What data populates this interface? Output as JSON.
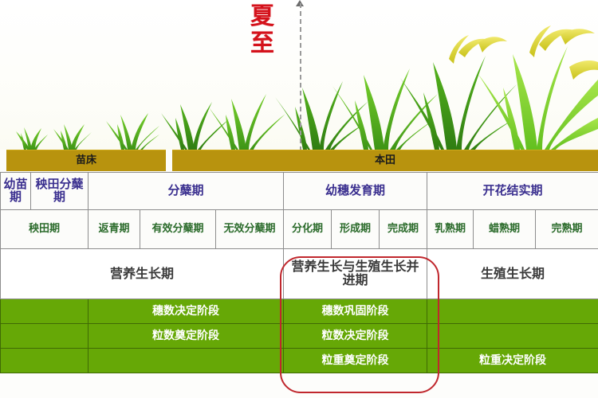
{
  "marker": {
    "label": "夏至",
    "chars": [
      "夏",
      "至"
    ],
    "color": "#d4121b"
  },
  "soil": {
    "seedbed_label": "苗床",
    "field_label": "本田",
    "color": "#b8930e"
  },
  "table": {
    "rows": {
      "stage_row": [
        {
          "label": "幼苗期",
          "span": 1
        },
        {
          "label": "秧田分蘖期",
          "span": 1
        },
        {
          "label": "分蘖期",
          "span": 3
        },
        {
          "label": "幼穗发育期",
          "span": 3
        },
        {
          "label": "开花结实期",
          "span": 3
        }
      ],
      "substage_row": [
        {
          "label": "秧田期",
          "span": 2
        },
        {
          "label": "返青期",
          "span": 1
        },
        {
          "label": "有效分蘖期",
          "span": 1
        },
        {
          "label": "无效分蘖期",
          "span": 1
        },
        {
          "label": "分化期",
          "span": 1
        },
        {
          "label": "形成期",
          "span": 1
        },
        {
          "label": "完成期",
          "span": 1
        },
        {
          "label": "乳熟期",
          "span": 1
        },
        {
          "label": "蜡熟期",
          "span": 1
        },
        {
          "label": "完熟期",
          "span": 1
        }
      ],
      "growth_row": [
        {
          "label": "营养生长期",
          "span": 5
        },
        {
          "label": "营养生长与生殖生长并进期",
          "span": 3
        },
        {
          "label": "生殖生长期",
          "span": 3
        }
      ],
      "green_rows": [
        [
          {
            "label": "",
            "span": 2
          },
          {
            "label": "穗数决定阶段",
            "span": 3
          },
          {
            "label": "穗数巩固阶段",
            "span": 3
          },
          {
            "label": "",
            "span": 3
          }
        ],
        [
          {
            "label": "",
            "span": 2
          },
          {
            "label": "粒数奠定阶段",
            "span": 3
          },
          {
            "label": "粒数决定阶段",
            "span": 3
          },
          {
            "label": "",
            "span": 3
          }
        ],
        [
          {
            "label": "",
            "span": 2
          },
          {
            "label": "",
            "span": 3
          },
          {
            "label": "粒重奠定阶段",
            "span": 3
          },
          {
            "label": "粒重决定阶段",
            "span": 3
          }
        ]
      ]
    },
    "green_color": "#66a806",
    "highlight_color": "#c0272d"
  }
}
